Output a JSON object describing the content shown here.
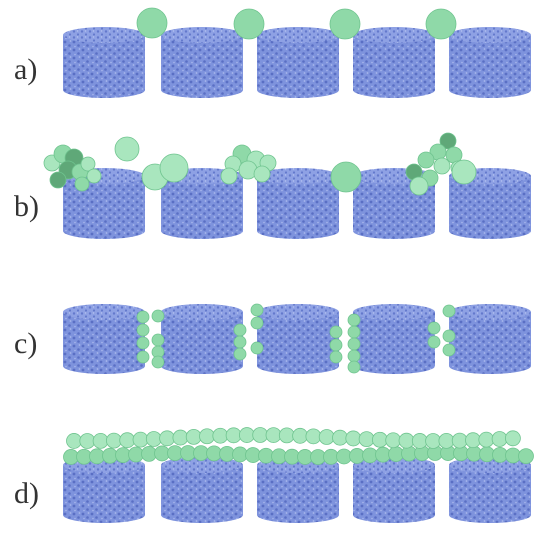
{
  "figure": {
    "panels": [
      {
        "label": "a)",
        "state": "particles-sitting-on-pore-openings"
      },
      {
        "label": "b)",
        "state": "particle-aggregates-and-single-particles-on-top"
      },
      {
        "label": "c)",
        "state": "particles-lining-pore-walls"
      },
      {
        "label": "d)",
        "state": "continuous-particle-layer-covering-surface"
      }
    ]
  },
  "colors": {
    "membrane_body": "#7e93dd",
    "membrane_top": "#8ea1e4",
    "membrane_pore": "#5a6fc4",
    "particle_light": "#a9e6be",
    "particle_mid": "#8fd9a8",
    "particle_dark": "#5fa878",
    "particle_stroke": "#6fc48f",
    "label_text": "#333333"
  }
}
